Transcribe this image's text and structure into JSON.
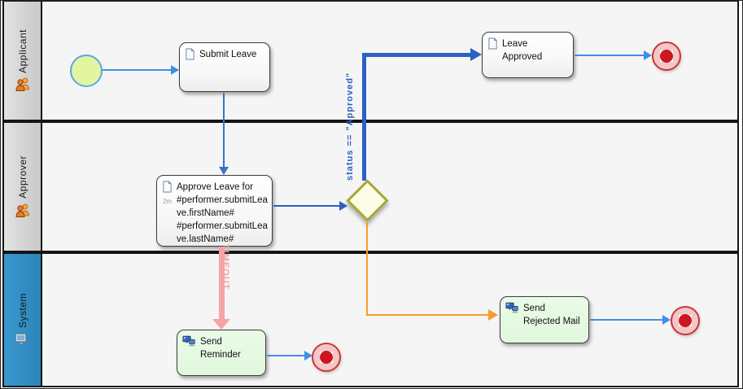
{
  "lanes": [
    {
      "label": "Applicant",
      "icon": "people-icon"
    },
    {
      "label": "Approver",
      "icon": "people-icon"
    },
    {
      "label": "System",
      "icon": "computer-icon"
    }
  ],
  "nodes": {
    "start_event": {
      "type": "start-event"
    },
    "submit_leave": {
      "label": "Submit Leave",
      "icon": "document-icon"
    },
    "approve_leave": {
      "label": "Approve Leave for #performer.submitLeave.firstName# #performer.submitLeave.lastName#",
      "duration": "2m",
      "icon": "document-icon"
    },
    "leave_approved": {
      "label": "Leave Approved",
      "icon": "document-icon"
    },
    "send_reminder": {
      "label": "Send Reminder",
      "icon": "computers-icon"
    },
    "send_rejected_mail": {
      "label": "Send Rejected Mail",
      "icon": "computers-icon"
    },
    "gateway": {
      "type": "decision-gateway"
    },
    "end_events": {
      "count": 3,
      "type": "end-event"
    }
  },
  "edge_labels": {
    "approved_condition": "status == \"Approved\"",
    "timeout": "TIMEOUT"
  },
  "colors": {
    "flow_light_blue": "#3f8fe6",
    "flow_medium_blue": "#3a72cc",
    "flow_thick_blue": "#2b60c4",
    "flow_orange": "#f59d2b",
    "flow_timeout_pink": "#f5a4a4",
    "lane_header_gray": "#d2d2d2",
    "lane_header_system_blue": "#2e8cc2",
    "lane_background": "#f5f5f5",
    "start_event_fill": "#e3f5a0",
    "start_event_border": "#57a9e8",
    "end_event_fill": "#f3c7c7",
    "end_event_border": "#cf3434",
    "end_event_dot": "#cc1620",
    "gateway_fill": "#fcfce6",
    "gateway_border": "#a8a83a",
    "task_green_fill": "#e4fae2"
  }
}
